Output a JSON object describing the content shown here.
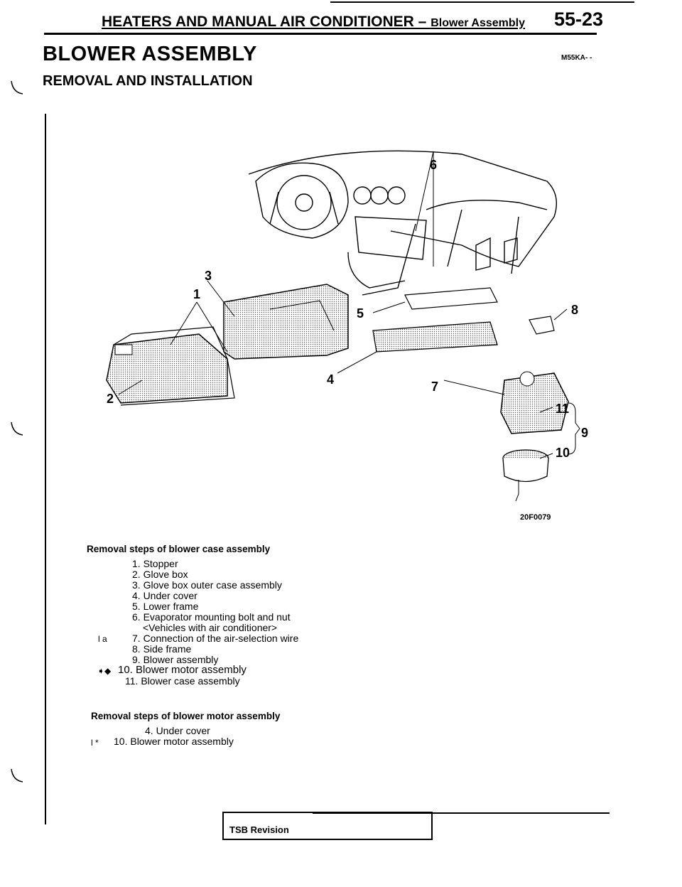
{
  "header": {
    "title_main": "HEATERS AND MANUAL AIR CONDITIONER – ",
    "title_sub": "Blower Assembly",
    "page_number": "55-23"
  },
  "section": {
    "title": "BLOWER ASSEMBLY",
    "subtitle": "REMOVAL AND INSTALLATION",
    "code": "M55KA- -"
  },
  "figure": {
    "callouts": [
      "1",
      "2",
      "3",
      "4",
      "5",
      "6",
      "7",
      "8",
      "9",
      "10",
      "11"
    ],
    "code": "20F0079"
  },
  "blower_case_removal": {
    "heading": "Removal steps of blower case assembly",
    "steps": [
      {
        "mark": "",
        "text": "1. Stopper"
      },
      {
        "mark": "",
        "text": "2. Glove box"
      },
      {
        "mark": "",
        "text": "3. Glove box outer case assembly"
      },
      {
        "mark": "",
        "text": "4. Under cover"
      },
      {
        "mark": "",
        "text": "5. Lower frame"
      },
      {
        "mark": "",
        "text": "6. Evaporator mounting bolt and nut"
      },
      {
        "mark": "",
        "text": "<Vehicles with air conditioner>"
      },
      {
        "mark": "l a",
        "text": "7. Connection of the air-selection wire"
      },
      {
        "mark": "",
        "text": "8. Side frame"
      },
      {
        "mark": "",
        "text": "9. Blower assembly"
      },
      {
        "mark": "➧◆",
        "text": "10. Blower motor assembly"
      },
      {
        "mark": "",
        "text": "11. Blower case assembly"
      }
    ]
  },
  "blower_motor_removal": {
    "heading": "Removal steps of blower motor assembly",
    "steps": [
      {
        "mark": "",
        "text": "4. Under cover"
      },
      {
        "mark": "l *",
        "text": "10. Blower motor assembly"
      }
    ]
  },
  "footer": {
    "tsb_label": "TSB Revision"
  }
}
